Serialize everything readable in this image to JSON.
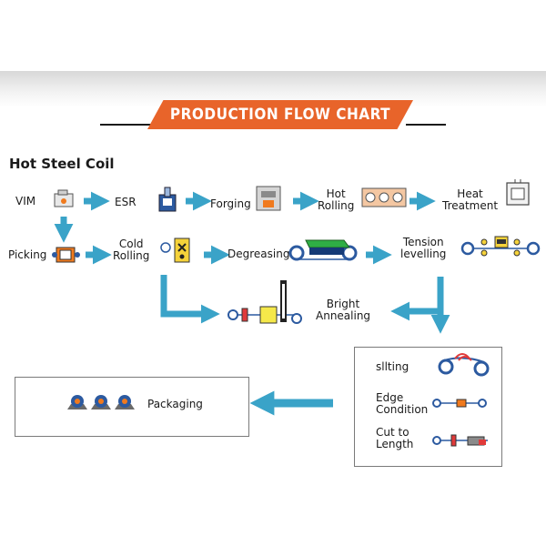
{
  "header": {
    "title": "PRODUCTION FLOW CHART"
  },
  "section_title": "Hot Steel Coil",
  "steps": {
    "vim": "VIM",
    "esr": "ESR",
    "forging": "Forging",
    "hot_rolling": "Hot\nRolling",
    "heat_treatment": "Heat\nTreatment",
    "picking": "Picking",
    "cold_rolling": "Cold\nRolling",
    "degreasing": "Degreasing",
    "tension_levelling": "Tension\nlevelling",
    "bright_annealing": "Bright\nAnnealing",
    "slitting": "sllting",
    "edge_condition": "Edge\nCondition",
    "cut_to_length": "Cut to\nLength",
    "packaging": "Packaging"
  },
  "colors": {
    "accent": "#e8642a",
    "arrow": "#3aa3c8",
    "machine_blue": "#2c5aa0",
    "machine_orange": "#f07a1e"
  }
}
